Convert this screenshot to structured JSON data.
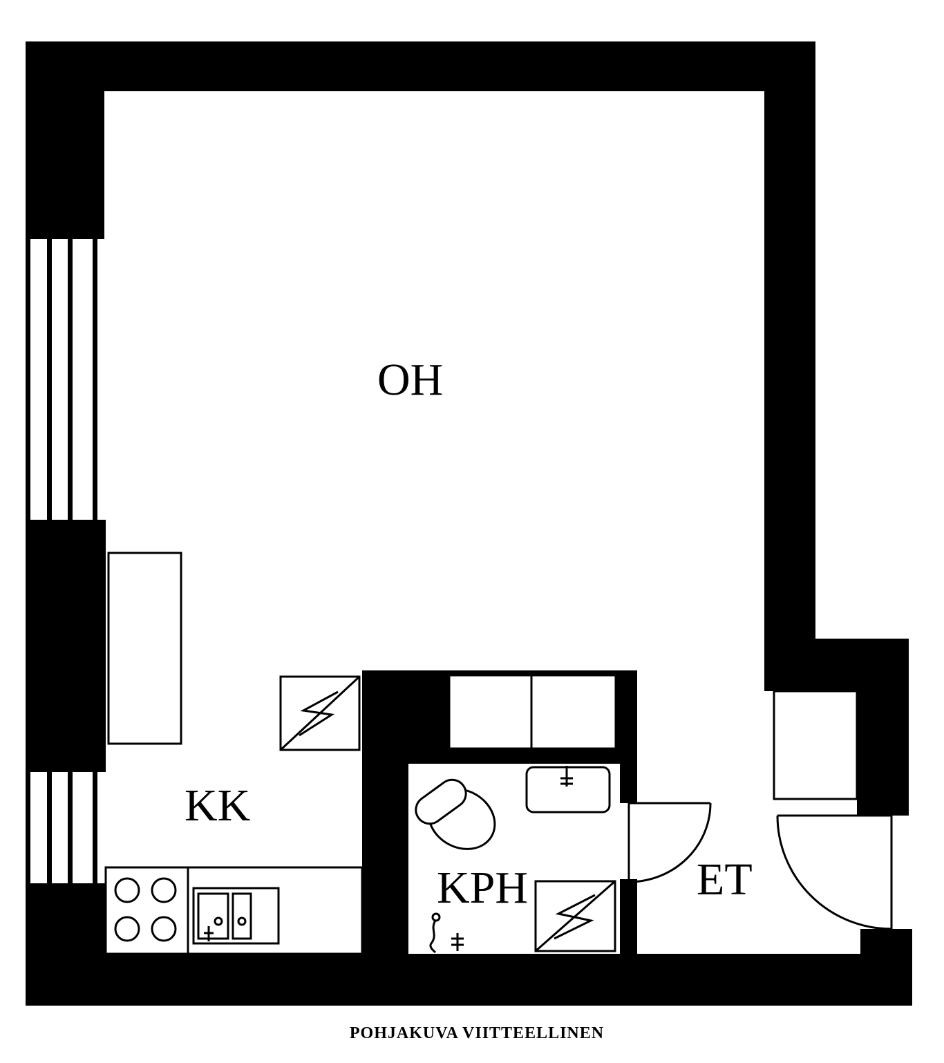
{
  "rooms": {
    "living": "OH",
    "kitchen": "KK",
    "bathroom": "KPH",
    "entry": "ET"
  },
  "caption": "POHJAKUVA VIITTEELLINEN",
  "colors": {
    "wall": "#000000",
    "background": "#ffffff"
  }
}
